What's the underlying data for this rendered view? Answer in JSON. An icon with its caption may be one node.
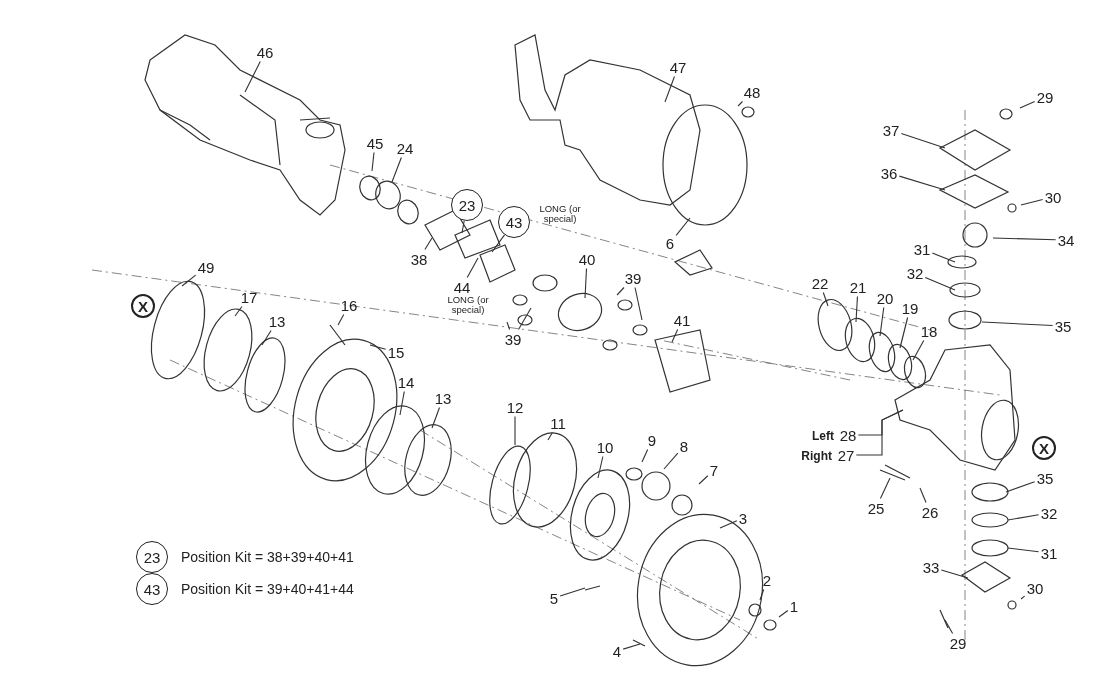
{
  "diagram": {
    "nodes": [
      {
        "text": [
          "46"
        ]
      },
      {
        "text": [
          "47"
        ]
      },
      {
        "text": [
          "48"
        ]
      },
      {
        "text": [
          "29"
        ]
      },
      {
        "text": [
          "37"
        ]
      },
      {
        "text": [
          "36"
        ]
      },
      {
        "text": [
          "30"
        ]
      },
      {
        "text": [
          "34"
        ]
      },
      {
        "text": [
          "31"
        ]
      },
      {
        "text": [
          "32"
        ]
      },
      {
        "text": [
          "35"
        ]
      },
      {
        "text": [
          "45"
        ]
      },
      {
        "text": [
          "24"
        ]
      },
      {
        "text": [
          "23"
        ]
      },
      {
        "text": [
          "43"
        ]
      },
      {
        "text": [
          "38"
        ]
      },
      {
        "text": [
          "44"
        ]
      },
      {
        "text": [
          "6"
        ]
      },
      {
        "text": [
          "22"
        ]
      },
      {
        "text": [
          "21"
        ]
      },
      {
        "text": [
          "20"
        ]
      },
      {
        "text": [
          "19"
        ]
      },
      {
        "text": [
          "18"
        ]
      },
      {
        "text": [
          "40"
        ]
      },
      {
        "text": [
          "39"
        ]
      },
      {
        "text": [
          "41"
        ]
      },
      {
        "text": [
          "39"
        ]
      },
      {
        "text": [
          "49"
        ]
      },
      {
        "text": [
          "17"
        ]
      },
      {
        "text": [
          "13"
        ]
      },
      {
        "text": [
          "16"
        ]
      },
      {
        "text": [
          "15"
        ]
      },
      {
        "text": [
          "14"
        ]
      },
      {
        "text": [
          "13"
        ]
      },
      {
        "text": [
          "12"
        ]
      },
      {
        "text": [
          "11"
        ]
      },
      {
        "text": [
          "10"
        ]
      },
      {
        "text": [
          "9"
        ]
      },
      {
        "text": [
          "8"
        ]
      },
      {
        "text": [
          "7"
        ]
      },
      {
        "text": [
          "3"
        ]
      },
      {
        "text": [
          "28"
        ],
        "beside": [
          "Left"
        ]
      },
      {
        "text": [
          "27"
        ],
        "beside": [
          "Right"
        ]
      },
      {
        "text": [
          "25"
        ]
      },
      {
        "text": [
          "26"
        ]
      },
      {
        "text": [
          "35"
        ]
      },
      {
        "text": [
          "32"
        ]
      },
      {
        "text": [
          "31"
        ]
      },
      {
        "text": [
          "33"
        ]
      },
      {
        "text": [
          "30"
        ]
      },
      {
        "text": [
          "29"
        ]
      },
      {
        "text": [
          "2"
        ]
      },
      {
        "text": [
          "1"
        ]
      },
      {
        "text": [
          "5"
        ]
      },
      {
        "text": [
          "4"
        ]
      }
    ],
    "edges": [
      {
        "from": 0,
        "to": null,
        "arrow": "none"
      },
      {
        "from": 1,
        "to": null,
        "arrow": "none"
      },
      {
        "from": 2,
        "to": null,
        "arrow": "none"
      },
      {
        "from": 3,
        "to": null,
        "arrow": "none"
      },
      {
        "from": 4,
        "to": null,
        "arrow": "none"
      },
      {
        "from": 5,
        "to": null,
        "arrow": "none"
      },
      {
        "from": 6,
        "to": null,
        "arrow": "none"
      },
      {
        "from": 7,
        "to": null,
        "arrow": "none"
      },
      {
        "from": 8,
        "to": null,
        "arrow": "none"
      },
      {
        "from": 9,
        "to": null,
        "arrow": "none"
      },
      {
        "from": 10,
        "to": null,
        "arrow": "none"
      },
      {
        "from": 11,
        "to": null,
        "arrow": "none"
      },
      {
        "from": 12,
        "to": null,
        "arrow": "none"
      },
      {
        "from": 13,
        "to": null,
        "arrow": "none"
      },
      {
        "from": 14,
        "to": null,
        "arrow": "none"
      },
      {
        "from": 15,
        "to": null,
        "arrow": "none"
      },
      {
        "from": 16,
        "to": null,
        "arrow": "none"
      },
      {
        "from": 17,
        "to": null,
        "arrow": "none"
      },
      {
        "from": 18,
        "to": null,
        "arrow": "none"
      },
      {
        "from": 19,
        "to": null,
        "arrow": "none"
      },
      {
        "from": 20,
        "to": null,
        "arrow": "none"
      },
      {
        "from": 21,
        "to": null,
        "arrow": "none"
      },
      {
        "from": 22,
        "to": null,
        "arrow": "none"
      },
      {
        "from": 23,
        "to": null,
        "arrow": "none"
      },
      {
        "from": 24,
        "to": null,
        "arrow": "none"
      },
      {
        "from": 24,
        "to": null,
        "arrow": "none"
      },
      {
        "from": 25,
        "to": null,
        "arrow": "none"
      },
      {
        "from": 26,
        "to": null,
        "arrow": "none"
      },
      {
        "from": 26,
        "to": null,
        "arrow": "none"
      },
      {
        "from": 27,
        "to": null,
        "arrow": "none"
      },
      {
        "from": 28,
        "to": null,
        "arrow": "none"
      },
      {
        "from": 29,
        "to": null,
        "arrow": "none"
      },
      {
        "from": 30,
        "to": null,
        "arrow": "none"
      },
      {
        "from": 31,
        "to": null,
        "arrow": "none"
      },
      {
        "from": 32,
        "to": null,
        "arrow": "none"
      },
      {
        "from": 33,
        "to": null,
        "arrow": "none"
      },
      {
        "from": 34,
        "to": null,
        "arrow": "none"
      },
      {
        "from": 35,
        "to": null,
        "arrow": "none"
      },
      {
        "from": 36,
        "to": null,
        "arrow": "none"
      },
      {
        "from": 37,
        "to": null,
        "arrow": "none"
      },
      {
        "from": 38,
        "to": null,
        "arrow": "none"
      },
      {
        "from": 39,
        "to": null,
        "arrow": "none"
      },
      {
        "from": 40,
        "to": null,
        "arrow": "none"
      },
      {
        "from": 41,
        "to": null,
        "arrow": "none"
      },
      {
        "from": 42,
        "to": null,
        "arrow": "none"
      },
      {
        "from": 43,
        "to": null,
        "arrow": "none"
      },
      {
        "from": 44,
        "to": null,
        "arrow": "none"
      },
      {
        "from": 45,
        "to": null,
        "arrow": "none"
      },
      {
        "from": 46,
        "to": null,
        "arrow": "none"
      },
      {
        "from": 47,
        "to": null,
        "arrow": "none"
      },
      {
        "from": 48,
        "to": null,
        "arrow": "none"
      },
      {
        "from": 49,
        "to": null,
        "arrow": "none"
      },
      {
        "from": 50,
        "to": null,
        "arrow": "none"
      },
      {
        "from": 51,
        "to": null,
        "arrow": "none"
      },
      {
        "from": 52,
        "to": null,
        "arrow": "none"
      },
      {
        "from": 53,
        "to": null,
        "arrow": "none"
      },
      {
        "from": 54,
        "to": null,
        "arrow": "none"
      }
    ],
    "labels": [
      "LONG (or special)",
      "LONG (or special)",
      "X",
      "X",
      "23",
      "Position Kit = 38+39+40+41",
      "43",
      "Position Kit = 39+40+41+44"
    ]
  }
}
